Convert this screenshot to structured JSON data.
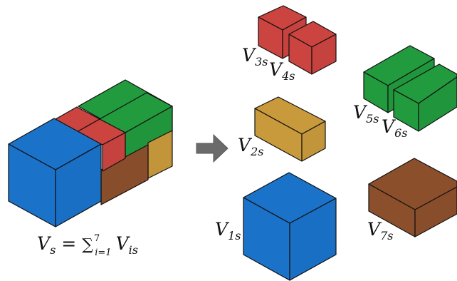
{
  "colors": {
    "blue": "#1a72c9",
    "red": "#cc4440",
    "green": "#229a3e",
    "gold": "#c99a3c",
    "brown": "#8c4f2c",
    "arrow": "#6b6b6b",
    "outline": "#111111"
  },
  "equation": {
    "lhs_base": "V",
    "lhs_sub": "s",
    "equals": "=",
    "sigma": "∑",
    "sum_lower": "i=1",
    "sum_upper": "7",
    "term_base": "V",
    "term_sub": "is"
  },
  "labels": [
    {
      "id": "v1s",
      "base": "V",
      "sub": "1s"
    },
    {
      "id": "v2s",
      "base": "V",
      "sub": "2s"
    },
    {
      "id": "v3s",
      "base": "V",
      "sub": "3s"
    },
    {
      "id": "v4s",
      "base": "V",
      "sub": "4s"
    },
    {
      "id": "v5s",
      "base": "V",
      "sub": "5s"
    },
    {
      "id": "v6s",
      "base": "V",
      "sub": "6s"
    },
    {
      "id": "v7s",
      "base": "V",
      "sub": "7s"
    }
  ],
  "arrow_icon": "right-arrow-icon"
}
